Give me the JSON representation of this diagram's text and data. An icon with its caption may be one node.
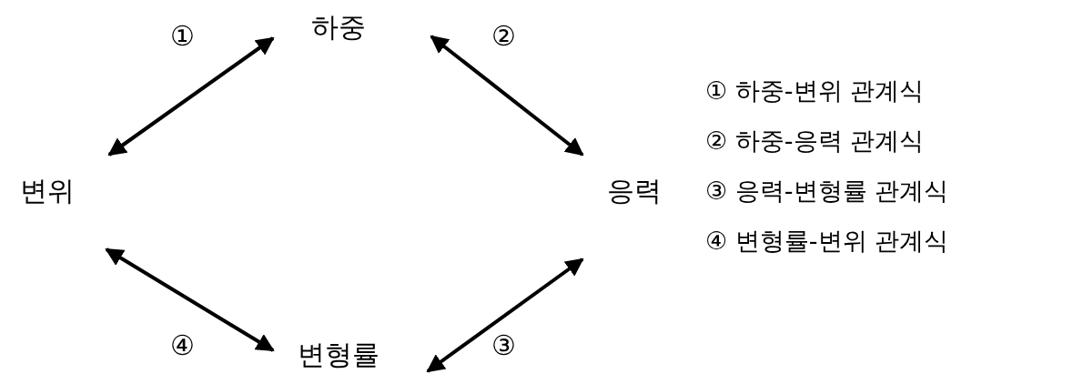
{
  "diagram": {
    "nodes": [
      {
        "text": [
          "하중"
        ]
      },
      {
        "text": [
          "변위"
        ]
      },
      {
        "text": [
          "응력"
        ]
      },
      {
        "text": [
          "변형률"
        ]
      }
    ],
    "edges": [
      {
        "from": 1,
        "to": 0,
        "arrow": "both",
        "label": "①"
      },
      {
        "from": 0,
        "to": 2,
        "arrow": "both",
        "label": "②"
      },
      {
        "from": 2,
        "to": 3,
        "arrow": "both",
        "label": "③"
      },
      {
        "from": 3,
        "to": 1,
        "arrow": "both",
        "label": "④"
      }
    ],
    "labels": [
      "① 하중-변위 관계식",
      "② 하중-응력 관계식",
      "③ 응력-변형률 관계식",
      "④ 변형률-변위 관계식"
    ]
  }
}
